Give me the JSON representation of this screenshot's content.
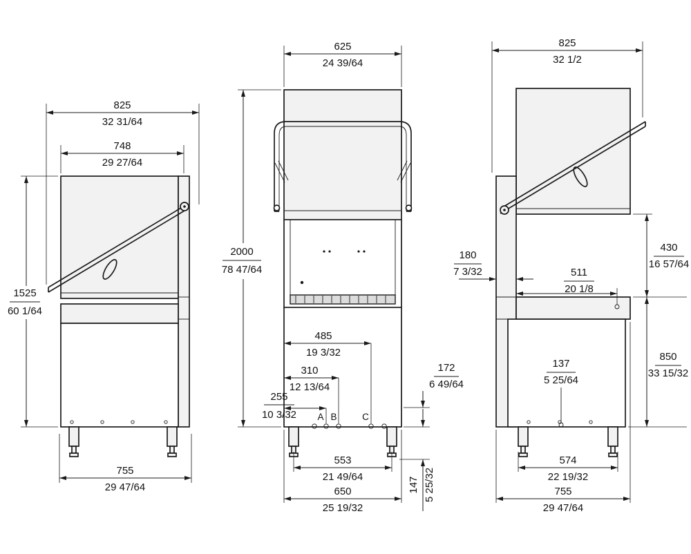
{
  "page": {
    "background": "#ffffff",
    "line_color": "#1a1a1a",
    "surface_color": "#f2f2f2"
  },
  "views": {
    "left": "left-side-view",
    "front": "front-view",
    "right": "right-side-view"
  },
  "dims": {
    "left_overall_depth": {
      "mm": "825",
      "in": "32 31/64"
    },
    "left_hood_depth": {
      "mm": "748",
      "in": "29 27/64"
    },
    "left_height": {
      "mm": "1525",
      "in": "60 1/64"
    },
    "left_base_depth": {
      "mm": "755",
      "in": "29 47/64"
    },
    "front_hood_width": {
      "mm": "625",
      "in": "24 39/64"
    },
    "front_total_height": {
      "mm": "2000",
      "in": "78 47/64"
    },
    "front_conn_c_offset": {
      "mm": "485",
      "in": "19 3/32"
    },
    "front_conn_b_offset": {
      "mm": "310",
      "in": "12 13/64"
    },
    "front_conn_a_offset": {
      "mm": "255",
      "in": "10 3/32"
    },
    "front_feet_span": {
      "mm": "553",
      "in": "21 49/64"
    },
    "front_base_width": {
      "mm": "650",
      "in": "25 19/32"
    },
    "front_foot_height": {
      "mm": "147",
      "in": "5 25/32"
    },
    "front_conn_height": {
      "mm": "172",
      "in": "6 49/64"
    },
    "right_overall_depth": {
      "mm": "825",
      "in": "32 1/2"
    },
    "right_column_depth": {
      "mm": "180",
      "in": "7 3/32"
    },
    "right_counter_depth": {
      "mm": "511",
      "in": "20 1/8"
    },
    "right_hood_lift": {
      "mm": "430",
      "in": "16 57/64"
    },
    "right_counter_height": {
      "mm": "850",
      "in": "33 15/32"
    },
    "right_conn_offset": {
      "mm": "137",
      "in": "5 25/64"
    },
    "right_feet_span": {
      "mm": "574",
      "in": "22 19/32"
    },
    "right_base_depth": {
      "mm": "755",
      "in": "29 47/64"
    }
  },
  "connection_labels": {
    "a": "A",
    "b": "B",
    "c": "C"
  }
}
